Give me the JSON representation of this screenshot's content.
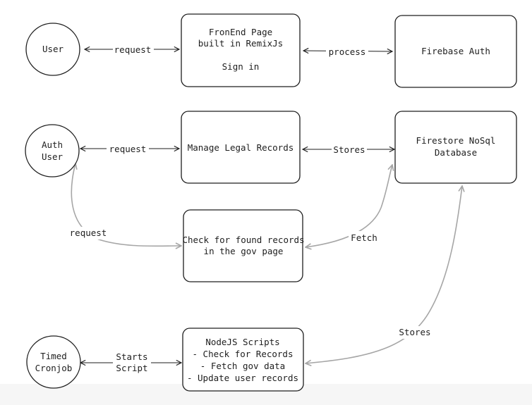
{
  "nodes": {
    "user": [
      "User"
    ],
    "frontend": [
      "FronEnd Page",
      "built in RemixJs",
      "",
      "Sign in"
    ],
    "firebase_auth": [
      "Firebase Auth"
    ],
    "auth_user": [
      "Auth",
      "User"
    ],
    "manage_records": [
      "Manage Legal Records"
    ],
    "firestore": [
      "Firestore NoSql",
      "Database"
    ],
    "check_records": [
      "Check for found records",
      "in the gov page"
    ],
    "timed_cronjob": [
      "Timed",
      "Cronjob"
    ],
    "node_scripts": [
      "NodeJS Scripts",
      "- Check for Records",
      "- Fetch gov data",
      "- Update user records"
    ]
  },
  "edges": {
    "user_frontend": [
      "request"
    ],
    "frontend_auth": [
      "process"
    ],
    "authuser_manage": [
      "request"
    ],
    "manage_firestore": [
      "Stores"
    ],
    "authuser_check": [
      "request"
    ],
    "check_firestore": [
      "Fetch"
    ],
    "cron_scripts": [
      "Starts",
      "Script"
    ],
    "scripts_firestore": [
      "Stores"
    ]
  },
  "colors": {
    "stroke": "#1e1e1e",
    "grey_arrow": "#a6a6a6",
    "background": "#ffffff"
  }
}
